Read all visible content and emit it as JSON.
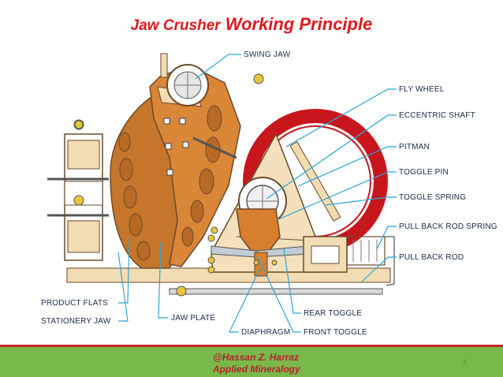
{
  "slide": {
    "title_part1": "Jaw Crusher",
    "title_part2": "Working Principle"
  },
  "labels": {
    "swing_jaw": "SWING JAW",
    "fly_wheel": "FLY WHEEL",
    "eccentric_shaft": "ECCENTRIC SHAFT",
    "pitman": "PITMAN",
    "toggle_pin": "TOGGLE PIN",
    "toggle_spring": "TOGGLE SPRING",
    "pull_back_rod_spring": "PULL BACK ROD SPRING",
    "pull_back_rod": "PULL BACK ROD",
    "product_flats": "PRODUCT FLATS",
    "stationery_jaw": "STATIONERY JAW",
    "jaw_plate": "JAW PLATE",
    "rear_toggle": "REAR TOGGLE",
    "diaphragm": "DIAPHRAGM",
    "front_toggle": "FRONT TOGGLE"
  },
  "footer": {
    "author": "@Hassan Z. Harraz",
    "course": "Applied Mineralogy",
    "page_number": "4"
  },
  "colors": {
    "title_red": "#e0181f",
    "footer_green": "#79b84b",
    "footer_text_red": "#b8232a",
    "leader_blue": "#2aa6d8",
    "jaw_orange": "#c5762a",
    "frame_tan": "#f2dcb4",
    "flywheel_red": "#c8161d"
  }
}
